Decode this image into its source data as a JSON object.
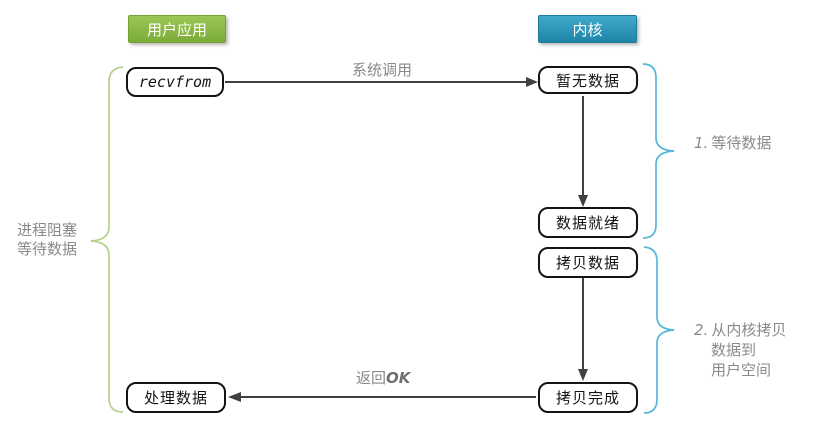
{
  "headers": {
    "user_app": "用户应用",
    "kernel": "内核"
  },
  "boxes": {
    "recvfrom": "recvfrom",
    "no_data": "暂无数据",
    "data_ready": "数据就绪",
    "copy_data": "拷贝数据",
    "copy_done": "拷贝完成",
    "process_data": "处理数据"
  },
  "arrow_labels": {
    "syscall": "系统调用",
    "return_prefix": "返回",
    "return_suffix": "OK"
  },
  "side_labels": {
    "left": {
      "lines": [
        "进程阻塞",
        "等待数据"
      ]
    },
    "right1": {
      "num": "1.",
      "text": "等待数据"
    },
    "right2": {
      "num": "2.",
      "lines": [
        "从内核拷贝",
        "数据到",
        "用户空间"
      ]
    }
  },
  "colors": {
    "user_app_green": "#8bbc4a",
    "kernel_blue": "#2b97bb",
    "brace_green": "#b5d18c",
    "brace_cyan": "#55b7d9",
    "arrow_gray": "#404040",
    "label_gray": "#8a8a8a"
  }
}
